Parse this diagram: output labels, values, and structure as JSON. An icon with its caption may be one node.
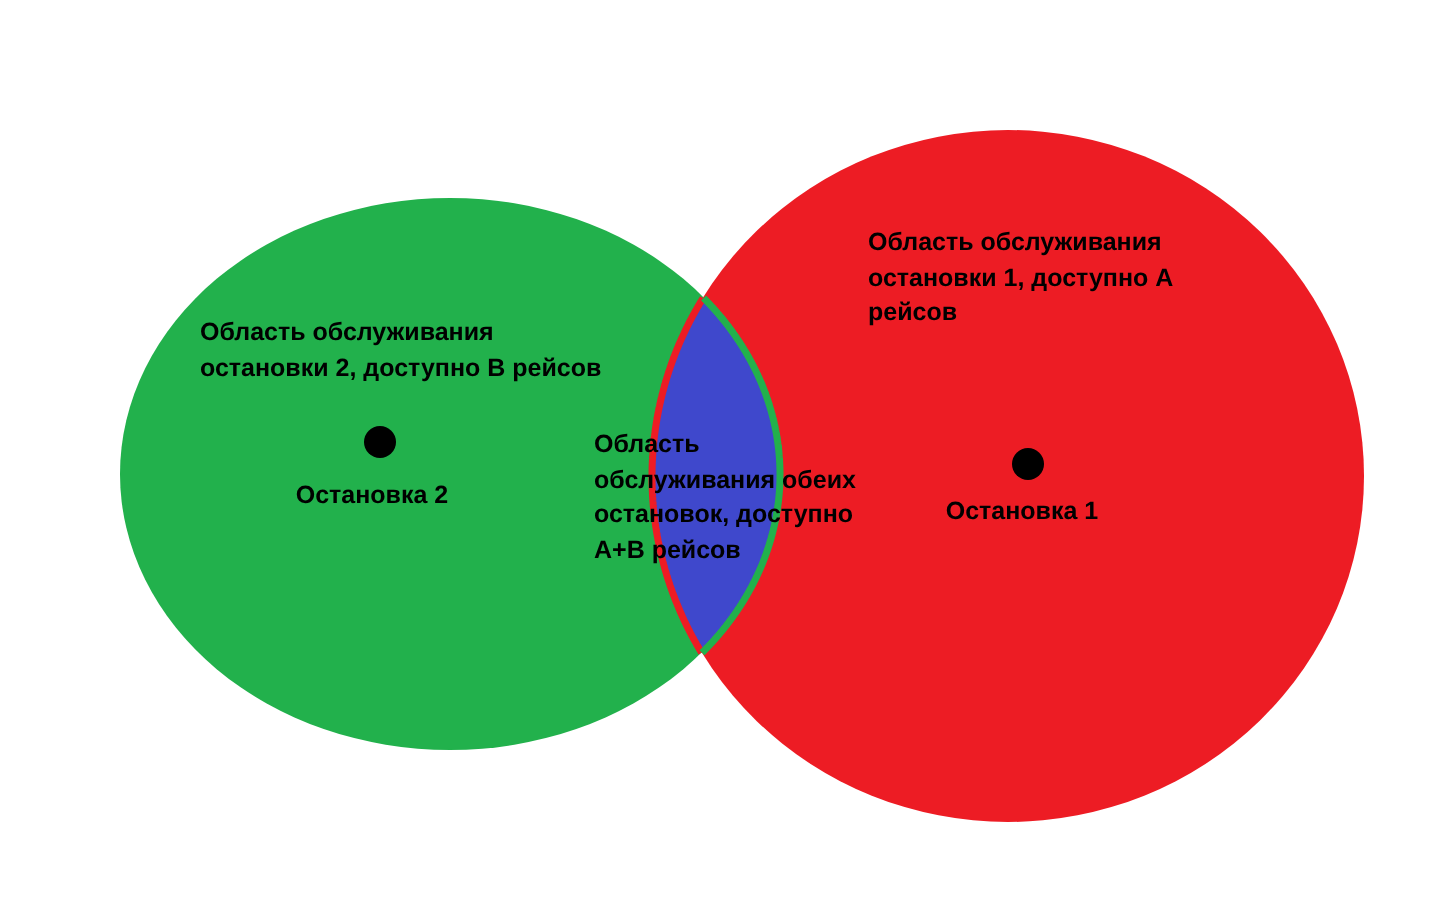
{
  "diagram": {
    "nodes": [
      {
        "text": [
          "Область обслуживания остановки 2, доступно B рейсов"
        ]
      },
      {
        "text": [],
        "shape": "circle",
        "in": 0,
        "beside": [
          "Остановка 2"
        ]
      },
      {
        "text": [
          "Область обслуживания обеих остановок, доступно A+B рейсов"
        ]
      },
      {
        "text": [
          "Область обслуживания остановки 1, доступно A рейсов"
        ]
      },
      {
        "text": [],
        "shape": "circle",
        "in": 3,
        "beside": [
          "Остановка 1"
        ]
      }
    ]
  }
}
